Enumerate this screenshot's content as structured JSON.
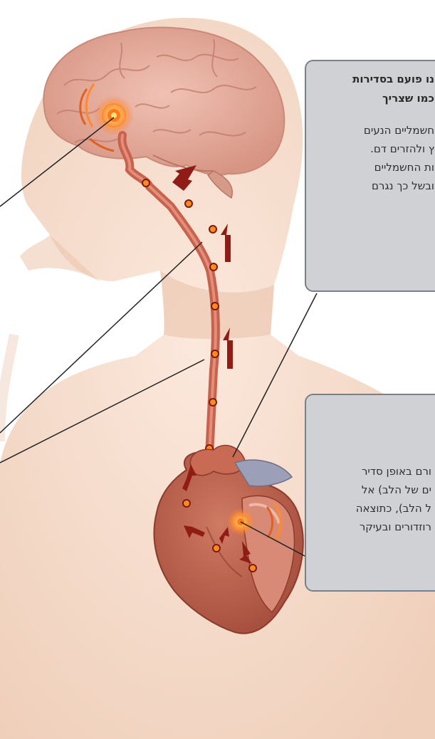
{
  "callout_top": {
    "title_lines": [
      "נו פועם בסדירות",
      "כמו שצריך"
    ],
    "body_lines": [
      "חשמליים הנעים",
      "ץ ולהזרים דם.",
      "ות  החשמליים",
      "ובשל כך נגרם"
    ]
  },
  "callout_bottom": {
    "body_lines": [
      "ורם באופן סדיר",
      "ים של הלב) אל",
      "ל הלב), כתוצאה",
      "רוזדורים ובעיקר"
    ]
  },
  "colors": {
    "skin": "#f6dccb",
    "skin_shadow": "#ebc4ab",
    "brain": "#e5b0a2",
    "nerve": "#c8614e",
    "heart": "#b85a48",
    "arrow": "#8f1d16",
    "callout_fill": "#cfd1d4",
    "callout_border": "#7a8088"
  }
}
